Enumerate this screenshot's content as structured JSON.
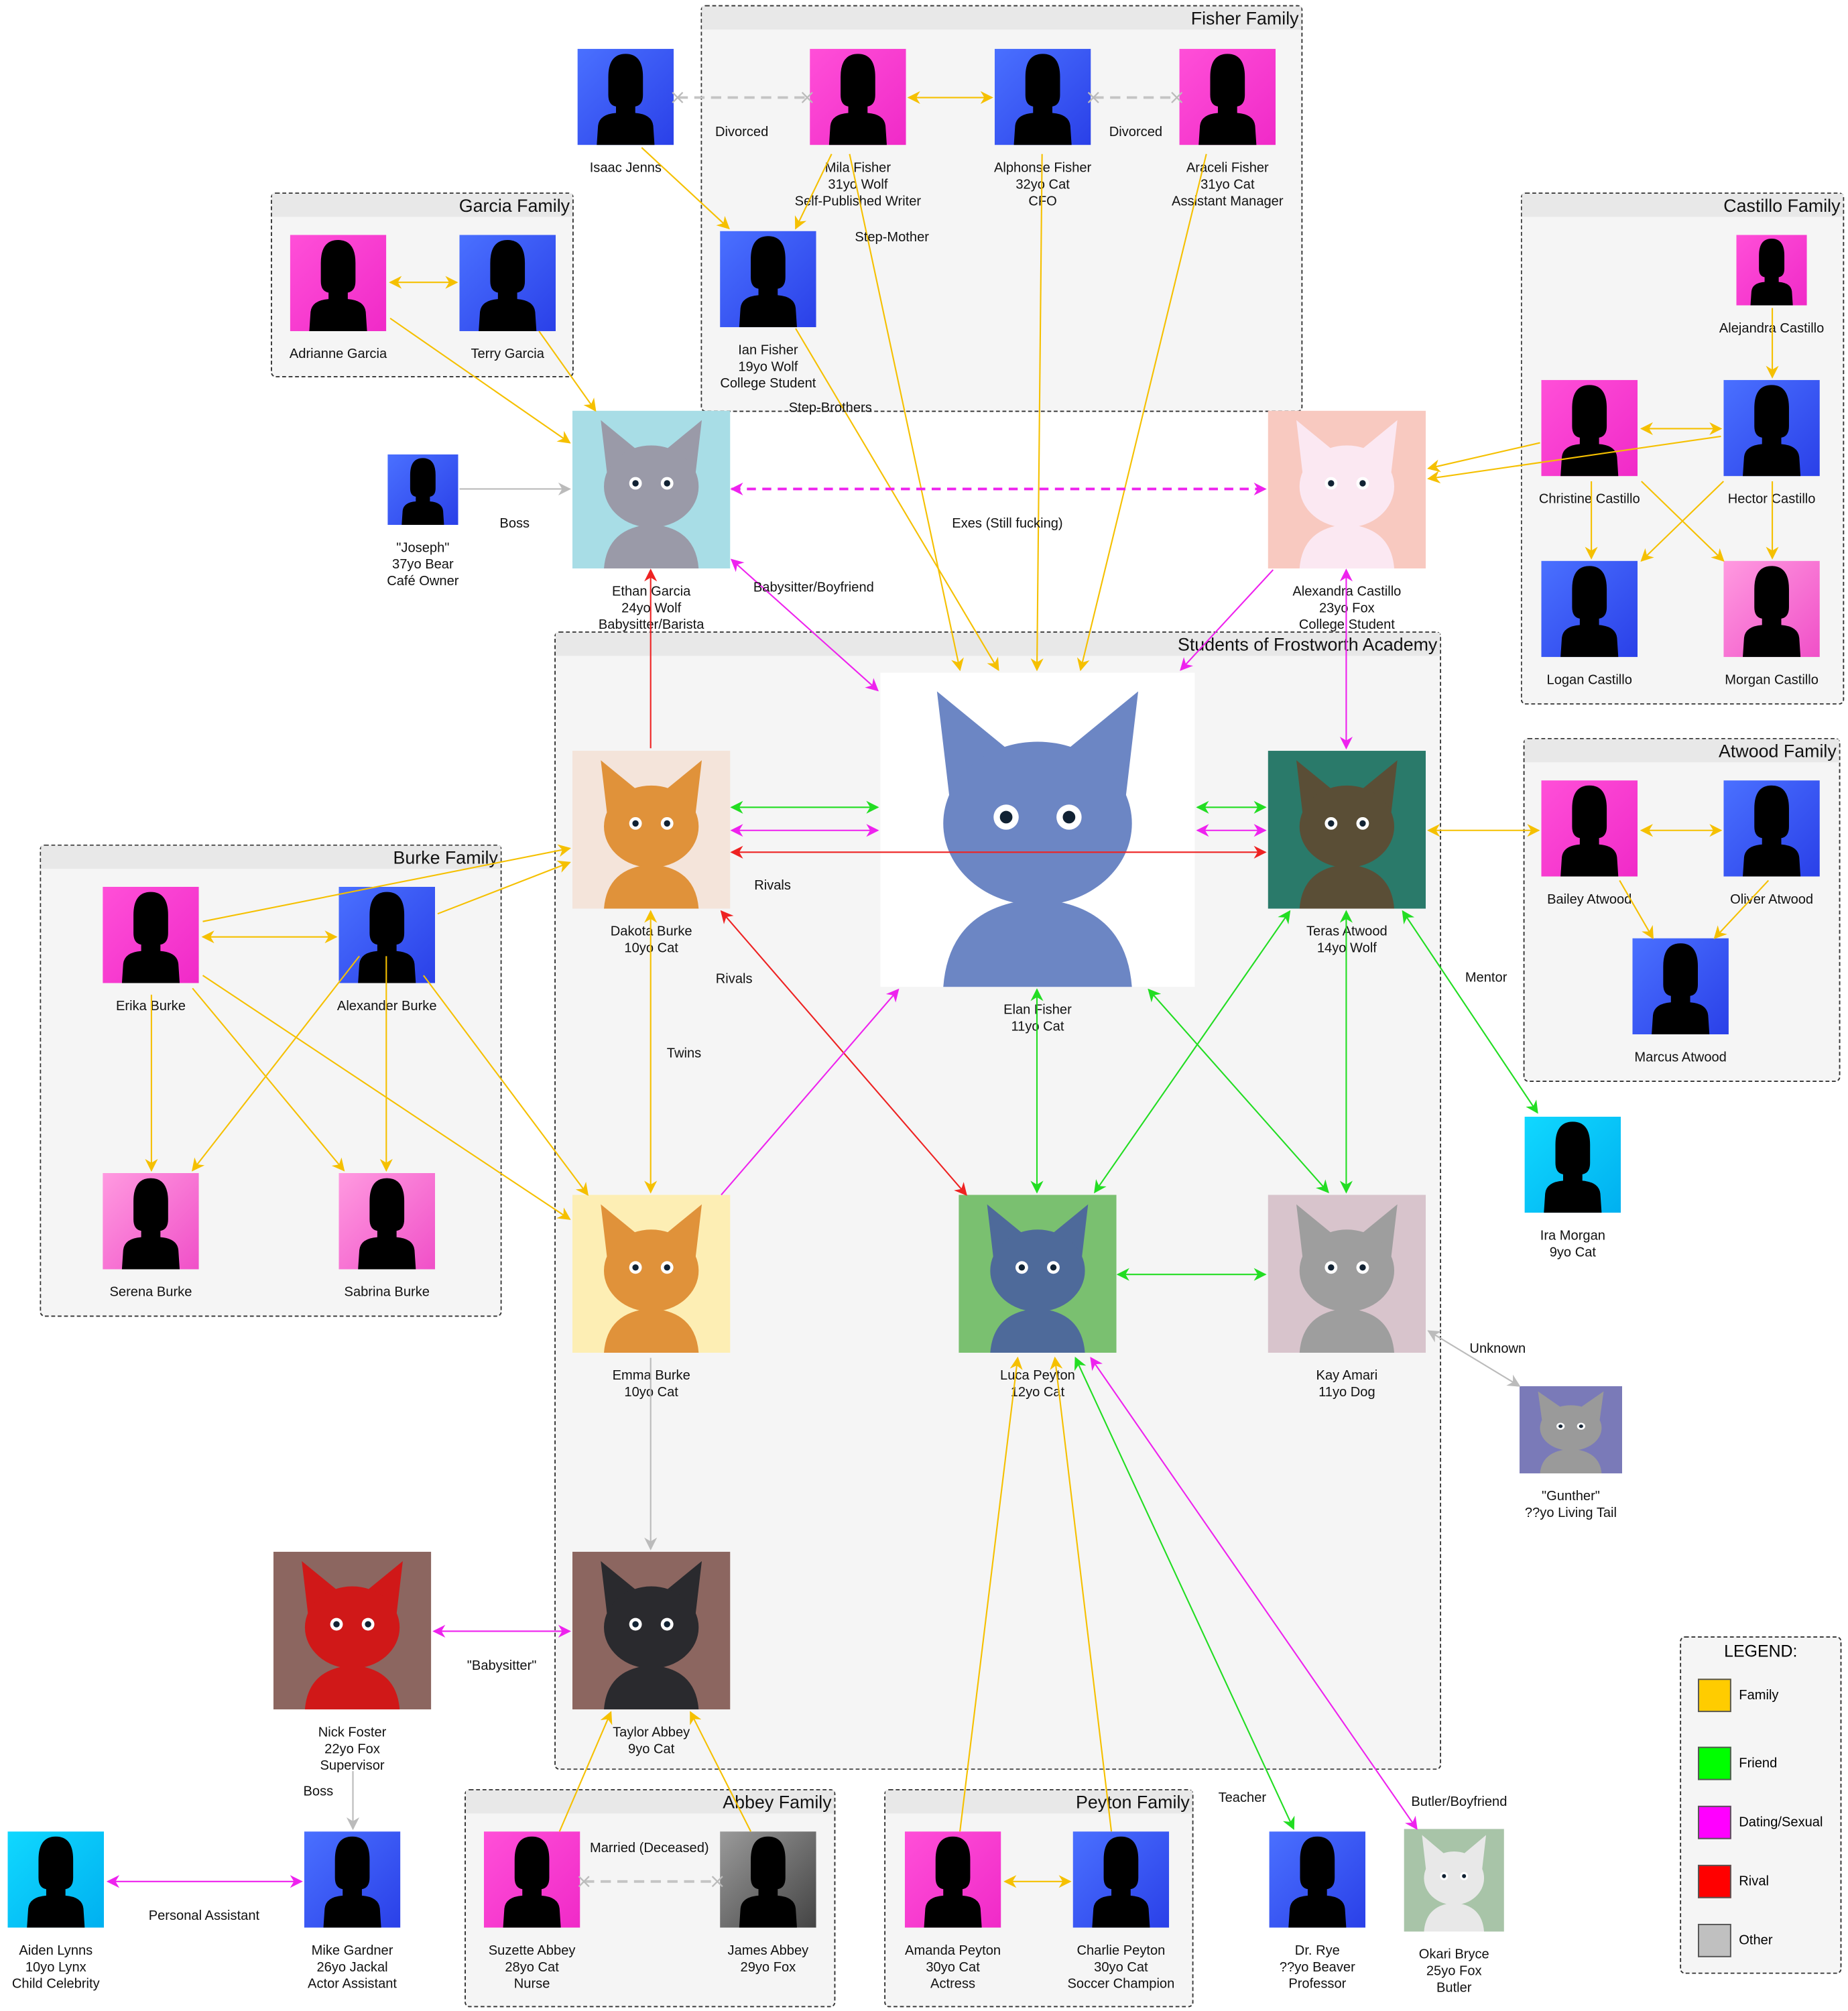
{
  "groups": [
    {
      "id": "fisher",
      "title": "Fisher Family"
    },
    {
      "id": "garcia",
      "title": "Garcia Family"
    },
    {
      "id": "castillo",
      "title": "Castillo Family"
    },
    {
      "id": "burke",
      "title": "Burke Family"
    },
    {
      "id": "atwood",
      "title": "Atwood Family"
    },
    {
      "id": "students",
      "title": "Students of Frostworth Academy"
    },
    {
      "id": "abbey",
      "title": "Abbey Family"
    },
    {
      "id": "peyton",
      "title": "Peyton Family"
    }
  ],
  "nodes": [
    {
      "id": "isaac",
      "style": "blue",
      "lines": [
        "Isaac Jenns"
      ]
    },
    {
      "id": "mila",
      "style": "pink",
      "lines": [
        "Mila Fisher",
        "31yo Wolf",
        "Self-Published Writer"
      ]
    },
    {
      "id": "alphonse",
      "style": "blue",
      "lines": [
        "Alphonse Fisher",
        "32yo Cat",
        "CFO"
      ]
    },
    {
      "id": "araceli",
      "style": "pink",
      "lines": [
        "Araceli Fisher",
        "31yo Cat",
        "Assistant Manager"
      ]
    },
    {
      "id": "ian",
      "style": "blue",
      "lines": [
        "Ian Fisher",
        "19yo Wolf",
        "College Student"
      ]
    },
    {
      "id": "adrianne",
      "style": "pink",
      "lines": [
        "Adrianne Garcia"
      ]
    },
    {
      "id": "terry",
      "style": "blue",
      "lines": [
        "Terry Garcia"
      ]
    },
    {
      "id": "joseph",
      "style": "blue",
      "lines": [
        "\"Joseph\"",
        "37yo Bear",
        "Café Owner"
      ]
    },
    {
      "id": "ethan",
      "style": "photo",
      "photo_bg": "#a8dde6",
      "fur": "#9a9aa8",
      "lines": [
        "Ethan Garcia",
        "24yo Wolf",
        "Babysitter/Barista"
      ]
    },
    {
      "id": "alexandra",
      "style": "photo",
      "photo_bg": "#f8c9c0",
      "fur": "#fbe8f2",
      "lines": [
        "Alexandra Castillo",
        "23yo Fox",
        "College Student"
      ]
    },
    {
      "id": "alejandra",
      "style": "pink",
      "lines": [
        "Alejandra Castillo"
      ]
    },
    {
      "id": "christine",
      "style": "pink",
      "lines": [
        "Christine Castillo"
      ]
    },
    {
      "id": "hector",
      "style": "blue",
      "lines": [
        "Hector Castillo"
      ]
    },
    {
      "id": "logan",
      "style": "blue",
      "lines": [
        "Logan Castillo"
      ]
    },
    {
      "id": "morgan",
      "style": "pinklight",
      "lines": [
        "Morgan Castillo"
      ]
    },
    {
      "id": "elan",
      "style": "photo",
      "photo_bg": "#ffffff",
      "fur": "#6c86c4",
      "lines": [
        "Elan Fisher",
        "11yo Cat"
      ]
    },
    {
      "id": "dakota",
      "style": "photo",
      "photo_bg": "#f4e4da",
      "fur": "#e0923a",
      "lines": [
        "Dakota Burke",
        "10yo Cat"
      ]
    },
    {
      "id": "teras",
      "style": "photo",
      "photo_bg": "#2a7a6a",
      "fur": "#5a4e36",
      "lines": [
        "Teras Atwood",
        "14yo Wolf"
      ]
    },
    {
      "id": "bailey",
      "style": "pink",
      "lines": [
        "Bailey Atwood"
      ]
    },
    {
      "id": "oliver",
      "style": "blue",
      "lines": [
        "Oliver Atwood"
      ]
    },
    {
      "id": "marcus",
      "style": "blue",
      "lines": [
        "Marcus Atwood"
      ]
    },
    {
      "id": "erika",
      "style": "pink",
      "lines": [
        "Erika Burke"
      ]
    },
    {
      "id": "alexander",
      "style": "blue",
      "lines": [
        "Alexander Burke"
      ]
    },
    {
      "id": "serena",
      "style": "pinklight",
      "lines": [
        "Serena Burke"
      ]
    },
    {
      "id": "sabrina",
      "style": "pinklight",
      "lines": [
        "Sabrina Burke"
      ]
    },
    {
      "id": "emma",
      "style": "photo",
      "photo_bg": "#fdeeb4",
      "fur": "#e0923a",
      "lines": [
        "Emma Burke",
        "10yo Cat"
      ]
    },
    {
      "id": "luca",
      "style": "photo",
      "photo_bg": "#7ac070",
      "fur": "#4e6a9a",
      "lines": [
        "Luca Peyton",
        "12yo Cat"
      ]
    },
    {
      "id": "kay",
      "style": "photo",
      "photo_bg": "#d8c4cc",
      "fur": "#9e9e9e",
      "lines": [
        "Kay Amari",
        "11yo Dog"
      ]
    },
    {
      "id": "ira",
      "style": "cyan",
      "lines": [
        "Ira Morgan",
        "9yo Cat"
      ]
    },
    {
      "id": "gunther",
      "style": "photo",
      "photo_bg": "#7a7ab8",
      "fur": "#9a9a9a",
      "lines": [
        "\"Gunther\"",
        "??yo Living Tail"
      ]
    },
    {
      "id": "nick",
      "style": "photo",
      "photo_bg": "#8c6660",
      "fur": "#d01818",
      "lines": [
        "Nick Foster",
        "22yo Fox",
        "Supervisor"
      ]
    },
    {
      "id": "taylor",
      "style": "photo",
      "photo_bg": "#8c6660",
      "fur": "#2a2a2e",
      "lines": [
        "Taylor Abbey",
        "9yo Cat"
      ]
    },
    {
      "id": "aiden",
      "style": "cyan",
      "lines": [
        "Aiden Lynns",
        "10yo Lynx",
        "Child Celebrity"
      ]
    },
    {
      "id": "mike",
      "style": "blue",
      "lines": [
        "Mike Gardner",
        "26yo Jackal",
        "Actor Assistant"
      ]
    },
    {
      "id": "suzette",
      "style": "pink",
      "lines": [
        "Suzette Abbey",
        "28yo Cat",
        "Nurse"
      ]
    },
    {
      "id": "james",
      "style": "gray",
      "lines": [
        "James Abbey",
        "29yo Fox"
      ]
    },
    {
      "id": "amanda",
      "style": "pink",
      "lines": [
        "Amanda Peyton",
        "30yo Cat",
        "Actress"
      ]
    },
    {
      "id": "charlie",
      "style": "blue",
      "lines": [
        "Charlie Peyton",
        "30yo Cat",
        "Soccer Champion"
      ]
    },
    {
      "id": "dryre",
      "style": "blue",
      "lines": [
        "Dr. Rye",
        "??yo Beaver",
        "Professor"
      ]
    },
    {
      "id": "okari",
      "style": "photo",
      "photo_bg": "#a8c4a8",
      "fur": "#e8e8e8",
      "lines": [
        "Okari Bryce",
        "25yo Fox",
        "Butler"
      ]
    }
  ],
  "edges": [
    {
      "from": "isaac",
      "to": "mila",
      "type": "divorced",
      "label": "Divorced"
    },
    {
      "from": "mila",
      "to": "alphonse",
      "type": "family"
    },
    {
      "from": "alphonse",
      "to": "araceli",
      "type": "divorced",
      "label": "Divorced"
    },
    {
      "from": "isaac",
      "to": "ian",
      "type": "family"
    },
    {
      "from": "mila",
      "to": "ian",
      "type": "family"
    },
    {
      "from": "mila",
      "to": "elan",
      "type": "family",
      "label": "Step-Mother"
    },
    {
      "from": "ian",
      "to": "elan",
      "type": "family",
      "label": "Step-Brothers"
    },
    {
      "from": "alphonse",
      "to": "elan",
      "type": "family"
    },
    {
      "from": "araceli",
      "to": "elan",
      "type": "family"
    },
    {
      "from": "adrianne",
      "to": "terry",
      "type": "family"
    },
    {
      "from": "adrianne",
      "to": "ethan",
      "type": "family"
    },
    {
      "from": "terry",
      "to": "ethan",
      "type": "family"
    },
    {
      "from": "joseph",
      "to": "ethan",
      "type": "other",
      "label": "Boss"
    },
    {
      "from": "ethan",
      "to": "alexandra",
      "type": "dating-dashed",
      "label": "Exes (Still fucking)"
    },
    {
      "from": "ethan",
      "to": "elan",
      "type": "dating",
      "label": "Babysitter/Boyfriend"
    },
    {
      "from": "dakota",
      "to": "ethan",
      "type": "rival"
    },
    {
      "from": "alexandra",
      "to": "elan",
      "type": "dating"
    },
    {
      "from": "alexandra",
      "to": "teras",
      "type": "dating"
    },
    {
      "from": "christine",
      "to": "alexandra",
      "type": "family"
    },
    {
      "from": "hector",
      "to": "alexandra",
      "type": "family"
    },
    {
      "from": "alejandra",
      "to": "hector",
      "type": "family"
    },
    {
      "from": "christine",
      "to": "hector",
      "type": "family"
    },
    {
      "from": "christine",
      "to": "logan",
      "type": "family"
    },
    {
      "from": "christine",
      "to": "morgan",
      "type": "family"
    },
    {
      "from": "hector",
      "to": "logan",
      "type": "family"
    },
    {
      "from": "hector",
      "to": "morgan",
      "type": "family"
    },
    {
      "from": "elan",
      "to": "dakota",
      "type": "friend"
    },
    {
      "from": "elan",
      "to": "dakota",
      "type": "dating"
    },
    {
      "from": "dakota",
      "to": "teras",
      "type": "rival",
      "label": "Rivals"
    },
    {
      "from": "elan",
      "to": "teras",
      "type": "friend"
    },
    {
      "from": "elan",
      "to": "teras",
      "type": "dating"
    },
    {
      "from": "bailey",
      "to": "teras",
      "type": "family"
    },
    {
      "from": "bailey",
      "to": "oliver",
      "type": "family"
    },
    {
      "from": "bailey",
      "to": "marcus",
      "type": "family"
    },
    {
      "from": "oliver",
      "to": "marcus",
      "type": "family"
    },
    {
      "from": "erika",
      "to": "alexander",
      "type": "family"
    },
    {
      "from": "erika",
      "to": "dakota",
      "type": "family"
    },
    {
      "from": "alexander",
      "to": "dakota",
      "type": "family"
    },
    {
      "from": "erika",
      "to": "serena",
      "type": "family"
    },
    {
      "from": "erika",
      "to": "sabrina",
      "type": "family"
    },
    {
      "from": "erika",
      "to": "emma",
      "type": "family"
    },
    {
      "from": "alexander",
      "to": "serena",
      "type": "family"
    },
    {
      "from": "alexander",
      "to": "sabrina",
      "type": "family"
    },
    {
      "from": "alexander",
      "to": "emma",
      "type": "family"
    },
    {
      "from": "dakota",
      "to": "emma",
      "type": "family",
      "label": "Twins"
    },
    {
      "from": "dakota",
      "to": "luca",
      "type": "rival",
      "label": "Rivals"
    },
    {
      "from": "emma",
      "to": "elan",
      "type": "dating"
    },
    {
      "from": "elan",
      "to": "luca",
      "type": "friend"
    },
    {
      "from": "elan",
      "to": "kay",
      "type": "friend"
    },
    {
      "from": "teras",
      "to": "luca",
      "type": "friend"
    },
    {
      "from": "teras",
      "to": "kay",
      "type": "friend"
    },
    {
      "from": "teras",
      "to": "ira",
      "type": "friend",
      "label": "Mentor"
    },
    {
      "from": "luca",
      "to": "kay",
      "type": "friend"
    },
    {
      "from": "kay",
      "to": "gunther",
      "type": "other",
      "label": "Unknown"
    },
    {
      "from": "emma",
      "to": "taylor",
      "type": "other"
    },
    {
      "from": "nick",
      "to": "taylor",
      "type": "dating",
      "label": "\"Babysitter\""
    },
    {
      "from": "nick",
      "to": "mike",
      "type": "other",
      "label": "Boss"
    },
    {
      "from": "aiden",
      "to": "mike",
      "type": "dating",
      "label": "Personal Assistant"
    },
    {
      "from": "suzette",
      "to": "james",
      "type": "divorced",
      "label": "Married (Deceased)"
    },
    {
      "from": "suzette",
      "to": "taylor",
      "type": "family"
    },
    {
      "from": "james",
      "to": "taylor",
      "type": "family"
    },
    {
      "from": "amanda",
      "to": "charlie",
      "type": "family"
    },
    {
      "from": "amanda",
      "to": "luca",
      "type": "family"
    },
    {
      "from": "charlie",
      "to": "luca",
      "type": "family"
    },
    {
      "from": "luca",
      "to": "dryre",
      "type": "friend",
      "label": "Teacher"
    },
    {
      "from": "luca",
      "to": "okari",
      "type": "dating",
      "label": "Butler/Boyfriend"
    }
  ],
  "legend": {
    "title": "LEGEND:",
    "items": [
      {
        "label": "Family",
        "color": "#ffcc00"
      },
      {
        "label": "Friend",
        "color": "#00ff00"
      },
      {
        "label": "Dating/Sexual",
        "color": "#ff00ff"
      },
      {
        "label": "Rival",
        "color": "#ff0000"
      },
      {
        "label": "Other",
        "color": "#c0c0c0"
      }
    ]
  },
  "colors": {
    "family": "#f5c000",
    "friend": "#22dd22",
    "dating": "#ee22ee",
    "rival": "#ee2222",
    "other": "#bbbbbb"
  }
}
